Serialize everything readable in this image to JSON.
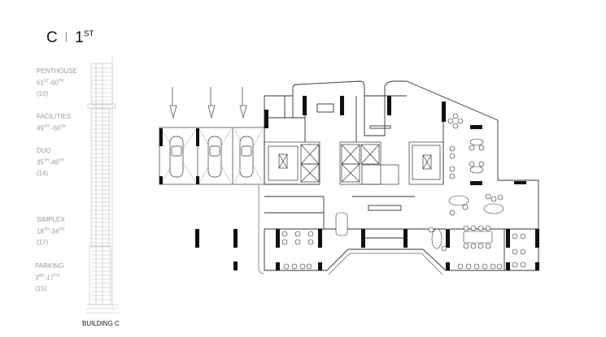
{
  "header": {
    "building": "C",
    "floor_num": "1",
    "floor_suffix": "ST"
  },
  "levels": [
    {
      "name": "PENTHOUSE",
      "from": "51",
      "from_sup": "ST",
      "to": "60",
      "to_sup": "TH",
      "count": "(10)"
    },
    {
      "name": "FACILITIES",
      "from": "49",
      "from_sup": "TH",
      "to": "50",
      "to_sup": "TH",
      "count": ""
    },
    {
      "name": "DUO",
      "from": "35",
      "from_sup": "TH",
      "to": "48",
      "to_sup": "TH",
      "count": "(14)"
    },
    {
      "name": "SIMPLEX",
      "from": "18",
      "from_sup": "TH",
      "to": "34",
      "to_sup": "TH",
      "count": "(17)"
    },
    {
      "name": "PARKING",
      "from": "3",
      "from_sup": "RD",
      "to": "17",
      "to_sup": "TH",
      "count": "(15)"
    }
  ],
  "building_label": "BUILDING C"
}
